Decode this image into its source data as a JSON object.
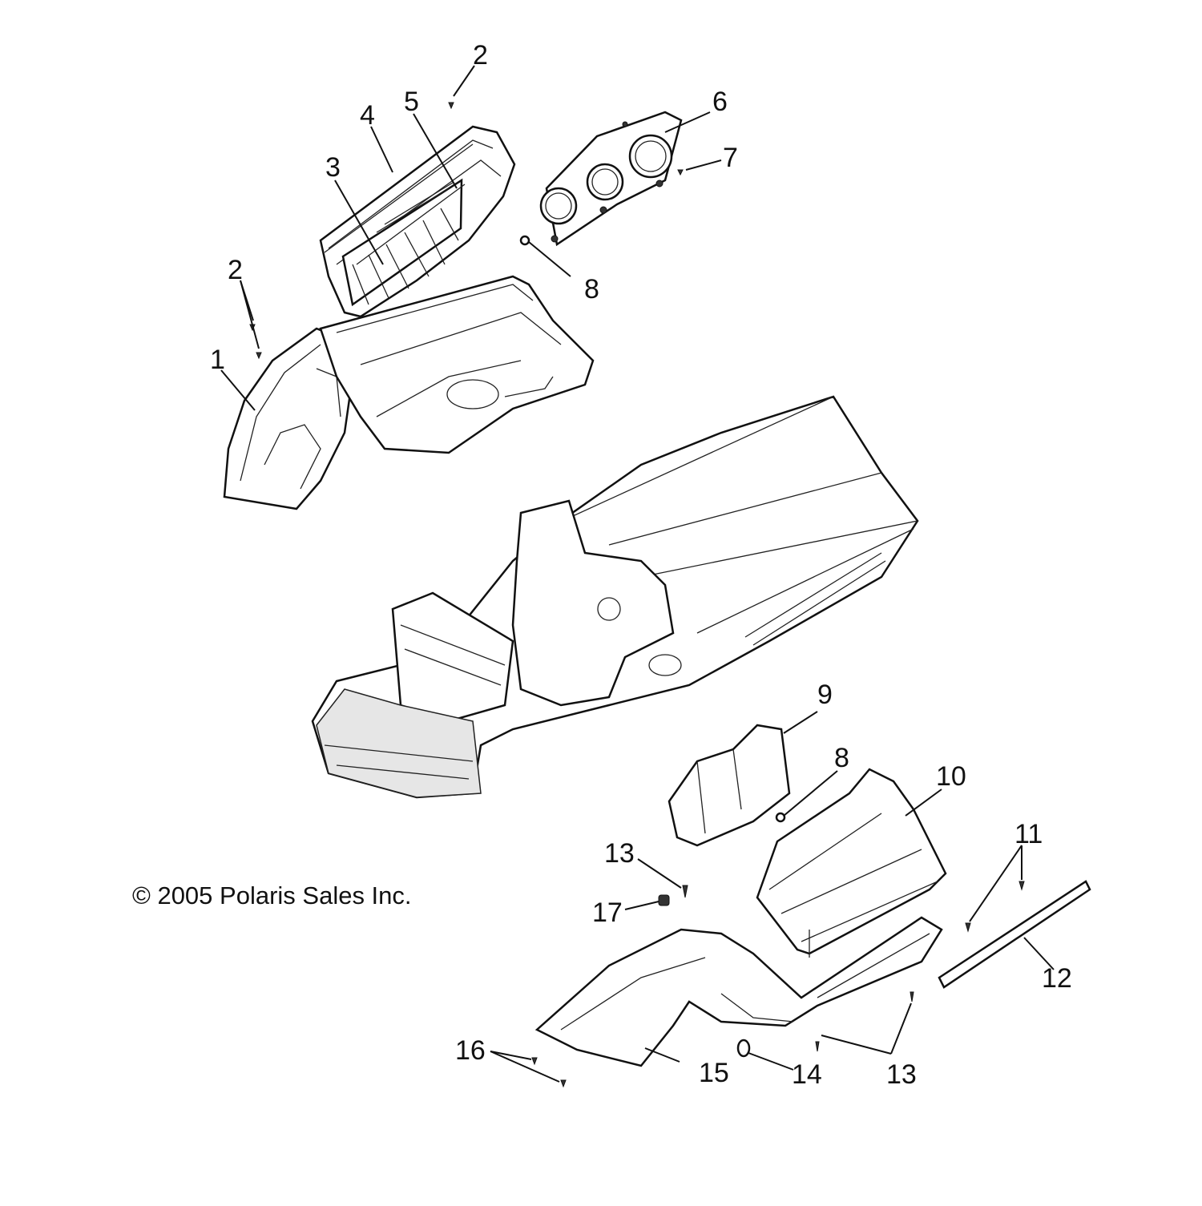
{
  "copyright": "© 2005 Polaris Sales Inc.",
  "callouts": {
    "c1": "1",
    "c2_top": "2",
    "c2_left": "2",
    "c3": "3",
    "c4": "4",
    "c5": "5",
    "c6": "6",
    "c7": "7",
    "c8_top": "8",
    "c8_lower": "8",
    "c9": "9",
    "c10": "10",
    "c11": "11",
    "c12": "12",
    "c13_upper": "13",
    "c13_lower": "13",
    "c14": "14",
    "c15": "15",
    "c16": "16",
    "c17": "17"
  }
}
